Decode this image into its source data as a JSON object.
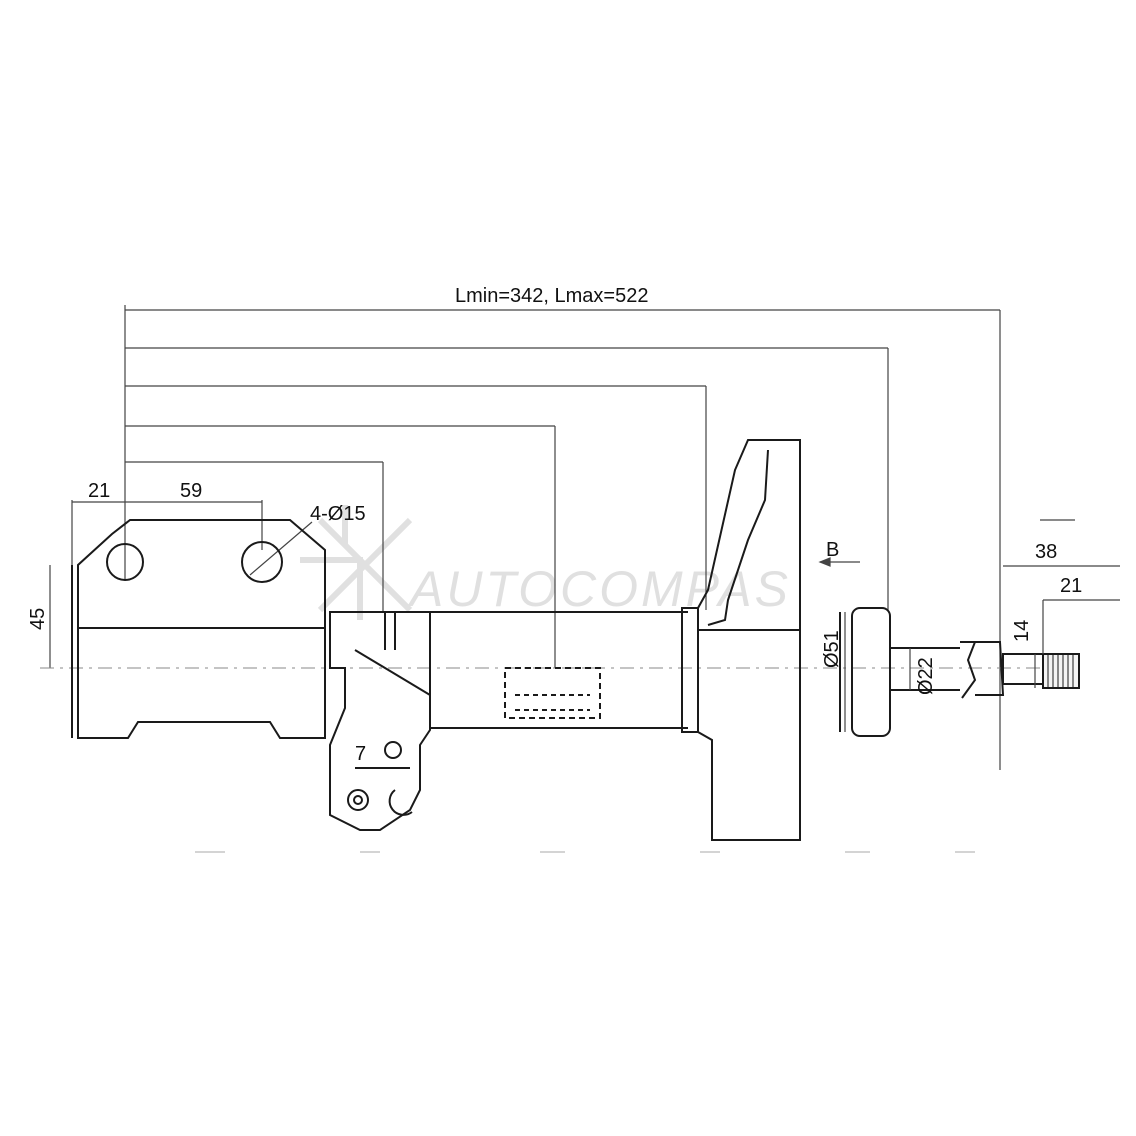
{
  "dimensions": {
    "length": "Lmin=342, Lmax=522",
    "mount_offset": "21",
    "mount_spacing": "59",
    "holes": "4-Ø15",
    "mount_height": "45",
    "bracket_hole": "7",
    "view_label": "B",
    "body_diameter": "Ø51",
    "rod_diameter": "Ø22",
    "thread_diameter": "14",
    "rod_length": "38",
    "thread_length": "21"
  },
  "watermark": {
    "brand": "AUTOCOMPAS",
    "color": "#c8c8c8"
  },
  "colors": {
    "line": "#1a1a1a",
    "dim_line": "#555555",
    "center_line": "#888888"
  }
}
